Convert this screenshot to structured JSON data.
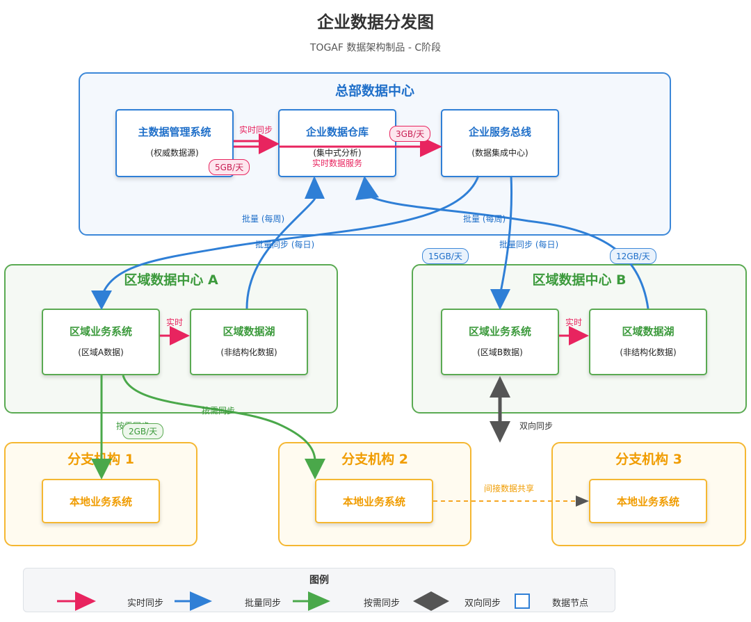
{
  "header": {
    "title": "企业数据分发图",
    "subtitle": "TOGAF 数据架构制品 - C阶段"
  },
  "headquarters": {
    "title": "总部数据中心",
    "mdm": {
      "title": "主数据管理系统",
      "subtitle": "(权威数据源)"
    },
    "edw": {
      "title": "企业数据仓库",
      "subtitle": "(集中式分析)",
      "subtitle2": "实时数据服务"
    },
    "esb": {
      "title": "企业服务总线",
      "subtitle": "(数据集成中心)"
    }
  },
  "region_a": {
    "title": "区域数据中心 A",
    "business": {
      "title": "区域业务系统",
      "subtitle": "(区域A数据)"
    },
    "lake": {
      "title": "区域数据湖",
      "subtitle": "(非结构化数据)"
    }
  },
  "region_b": {
    "title": "区域数据中心 B",
    "business": {
      "title": "区域业务系统",
      "subtitle": "(区域B数据)"
    },
    "lake": {
      "title": "区域数据湖",
      "subtitle": "(非结构化数据)"
    }
  },
  "branches": [
    {
      "title": "分支机构 1",
      "system": "本地业务系统"
    },
    {
      "title": "分支机构 2",
      "system": "本地业务系统"
    },
    {
      "title": "分支机构 3",
      "system": "本地业务系统"
    }
  ],
  "flows": {
    "mdm_to_edw": "实时同步",
    "mdm_to_edw_volume": "5GB/天",
    "edw_to_esb_volume": "3GB/天",
    "esb_to_ra": "批量同步 (每日)",
    "ra_lake_to_edw": "批量 (每周)",
    "esb_to_rb": "批量同步 (每日)",
    "rb_lake_to_edw": "批量 (每周)",
    "esb_to_rb_volume": "15GB/天",
    "rb_lake_volume": "12GB/天",
    "ra_internal": "实时",
    "rb_internal": "实时",
    "ra_to_branch1": "按需同步",
    "ra_to_branch1_volume": "2GB/天",
    "ra_to_branch2": "按需同步",
    "rb_bidirectional": "双向同步",
    "branch2_to_branch3": "间接数据共享"
  },
  "legend": {
    "title": "图例",
    "items": [
      "实时同步",
      "批量同步",
      "按需同步",
      "双向同步",
      "数据节点"
    ]
  },
  "colors": {
    "realtime": "#e8245f",
    "batch": "#2f7fd6",
    "on_demand": "#4aa84a",
    "bidirectional": "#555555",
    "indirect": "#f5a623"
  }
}
